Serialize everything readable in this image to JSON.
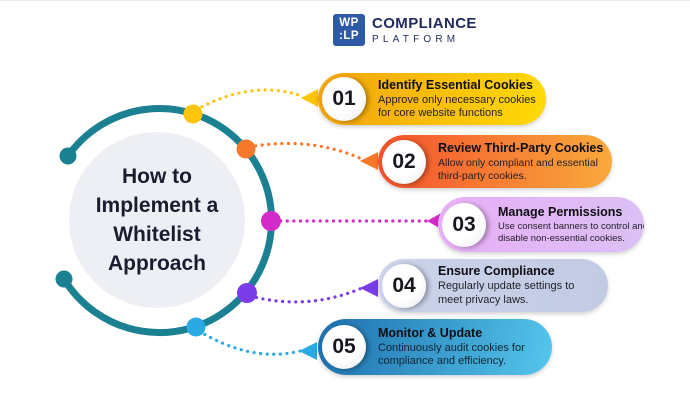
{
  "header": {
    "logo_mark_line1": "WP",
    "logo_mark_line2": ":LP",
    "brand_name": "COMPLIANCE",
    "brand_subtitle": "PLATFORM"
  },
  "diagram": {
    "title_line1": "How to",
    "title_line2": "Implement a",
    "title_line3": "Whitelist",
    "title_line4": "Approach",
    "ring_color": "#1A8092",
    "hub_fill": "#EDEFF5"
  },
  "steps": [
    {
      "number": "01",
      "title": "Identify Essential Cookies",
      "desc_line1": "Approve only necessary cookies",
      "desc_line2": "for core website functions",
      "accent": "#FFC40D",
      "gradient_start": "#F2A30D",
      "gradient_end": "#FFD907"
    },
    {
      "number": "02",
      "title": "Review Third-Party Cookies",
      "desc_line1": "Allow only compliant and essential",
      "desc_line2": "third-party cookies.",
      "accent": "#F8782B",
      "gradient_start": "#F4512C",
      "gradient_end": "#F9A93C"
    },
    {
      "number": "03",
      "title": "Manage Permissions",
      "desc_line1": "Use consent banners to control and",
      "desc_line2": "disable non-essential cookies.",
      "accent": "#D32BC9",
      "gradient_start": "#E9AEF6",
      "gradient_end": "#DBC0F4"
    },
    {
      "number": "04",
      "title": "Ensure Compliance",
      "desc_line1": "Regularly update settings to",
      "desc_line2": "meet privacy laws.",
      "accent": "#7A3BE8",
      "gradient_start": "#CBD3EA",
      "gradient_end": "#C2CBE4"
    },
    {
      "number": "05",
      "title": "Monitor & Update",
      "desc_line1": "Continuously audit cookies for",
      "desc_line2": "compliance and efficiency.",
      "accent": "#2BA9E2",
      "gradient_start": "#1D6FAD",
      "gradient_end": "#55C6EC"
    }
  ]
}
